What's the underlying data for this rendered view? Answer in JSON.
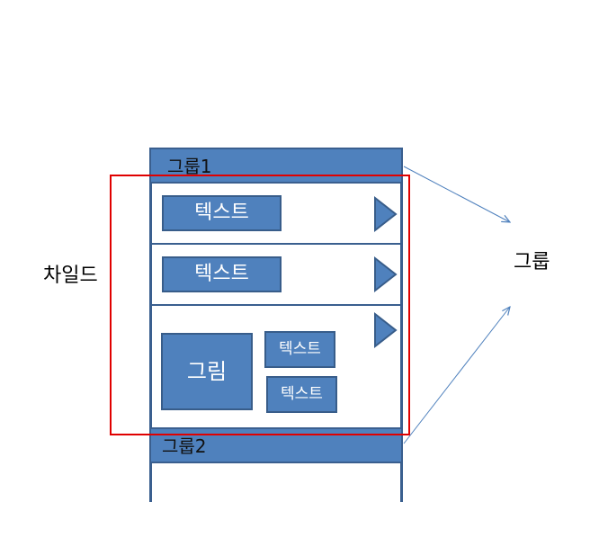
{
  "groups": [
    {
      "label": "그룹1"
    },
    {
      "label": "그룹2"
    }
  ],
  "children": [
    {
      "text": "텍스트"
    },
    {
      "text": "텍스트"
    },
    {
      "picture": "그림",
      "texts": [
        "텍스트",
        "텍스트"
      ]
    }
  ],
  "labels": {
    "child": "차일드",
    "group": "그룹"
  },
  "colors": {
    "box_fill": "#4f81bd",
    "box_border": "#385d8a",
    "highlight": "#e00000",
    "arrow_line": "#4f81bd"
  },
  "icons": {
    "expand": "triangle-right-icon"
  }
}
